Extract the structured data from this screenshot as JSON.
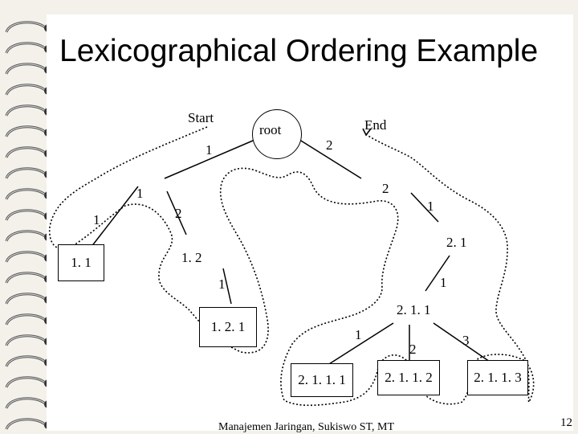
{
  "slide": {
    "title": "Lexicographical Ordering Example",
    "footer": "Manajemen Jaringan, Sukiswo ST, MT",
    "page_number": "12"
  },
  "tree": {
    "start_label": "Start",
    "end_label": "End",
    "root_label": "root",
    "nodes": {
      "n1": "1",
      "n1_1": "1. 1",
      "n1_2": "1. 2",
      "n1_2_1": "1. 2. 1",
      "n2": "2",
      "n2_1": "2. 1",
      "n2_1_1": "2. 1. 1",
      "n2_1_1_1": "2. 1. 1. 1",
      "n2_1_1_2": "2. 1. 1. 2",
      "n2_1_1_3": "2. 1. 1. 3"
    },
    "edges": {
      "root_to_1": "1",
      "root_to_2": "2",
      "n1_to_1_1": "1",
      "n1_to_1_2": "2",
      "n2_to_2_1": "1",
      "n1_2_to_1_2_1": "1",
      "n2_1_to_2_1_1": "1",
      "n2_1_1_to_1": "1",
      "n2_1_1_to_2": "2",
      "n2_1_1_to_3": "3"
    }
  }
}
